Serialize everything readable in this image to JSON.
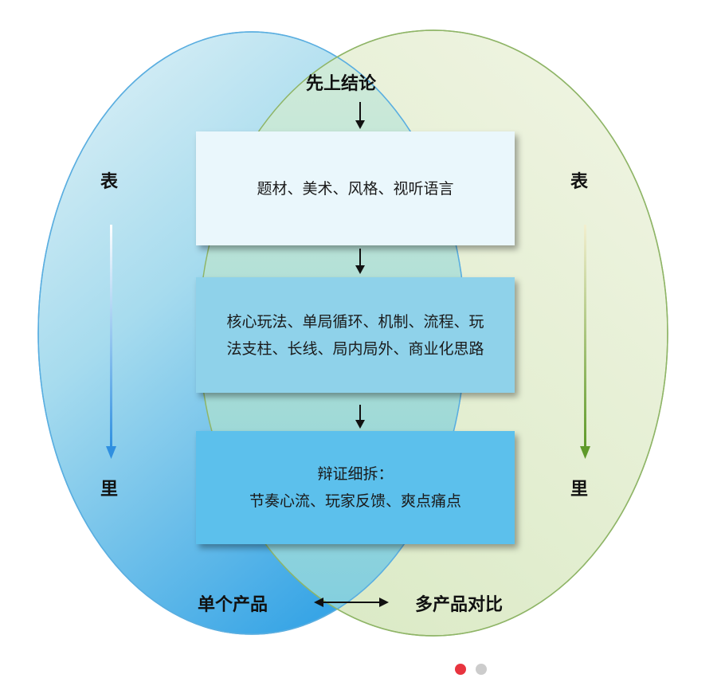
{
  "diagram": {
    "top_label": "先上结论",
    "left_circle": {
      "top_label": "表",
      "bottom_label": "里",
      "caption": "单个产品"
    },
    "right_circle": {
      "top_label": "表",
      "bottom_label": "里",
      "caption": "多产品对比"
    },
    "boxes": [
      {
        "lines": [
          "题材、美术、风格、视听语言"
        ]
      },
      {
        "lines": [
          "核心玩法、单局循环、机制、流程、玩",
          "法支柱、长线、局内局外、商业化思路"
        ]
      },
      {
        "lines": [
          "辩证细拆：",
          "节奏心流、玩家反馈、爽点痛点"
        ]
      }
    ]
  },
  "pager": {
    "count": 2,
    "active_index": 0
  },
  "colors": {
    "left_circle_edge": "#4aa8df",
    "right_circle_edge": "#9cbd72",
    "box1": "#eaf7fc",
    "box2": "#8fd2ea",
    "box3": "#5cc0ec",
    "active_dot": "#e8343f",
    "inactive_dot": "#cccccc"
  }
}
